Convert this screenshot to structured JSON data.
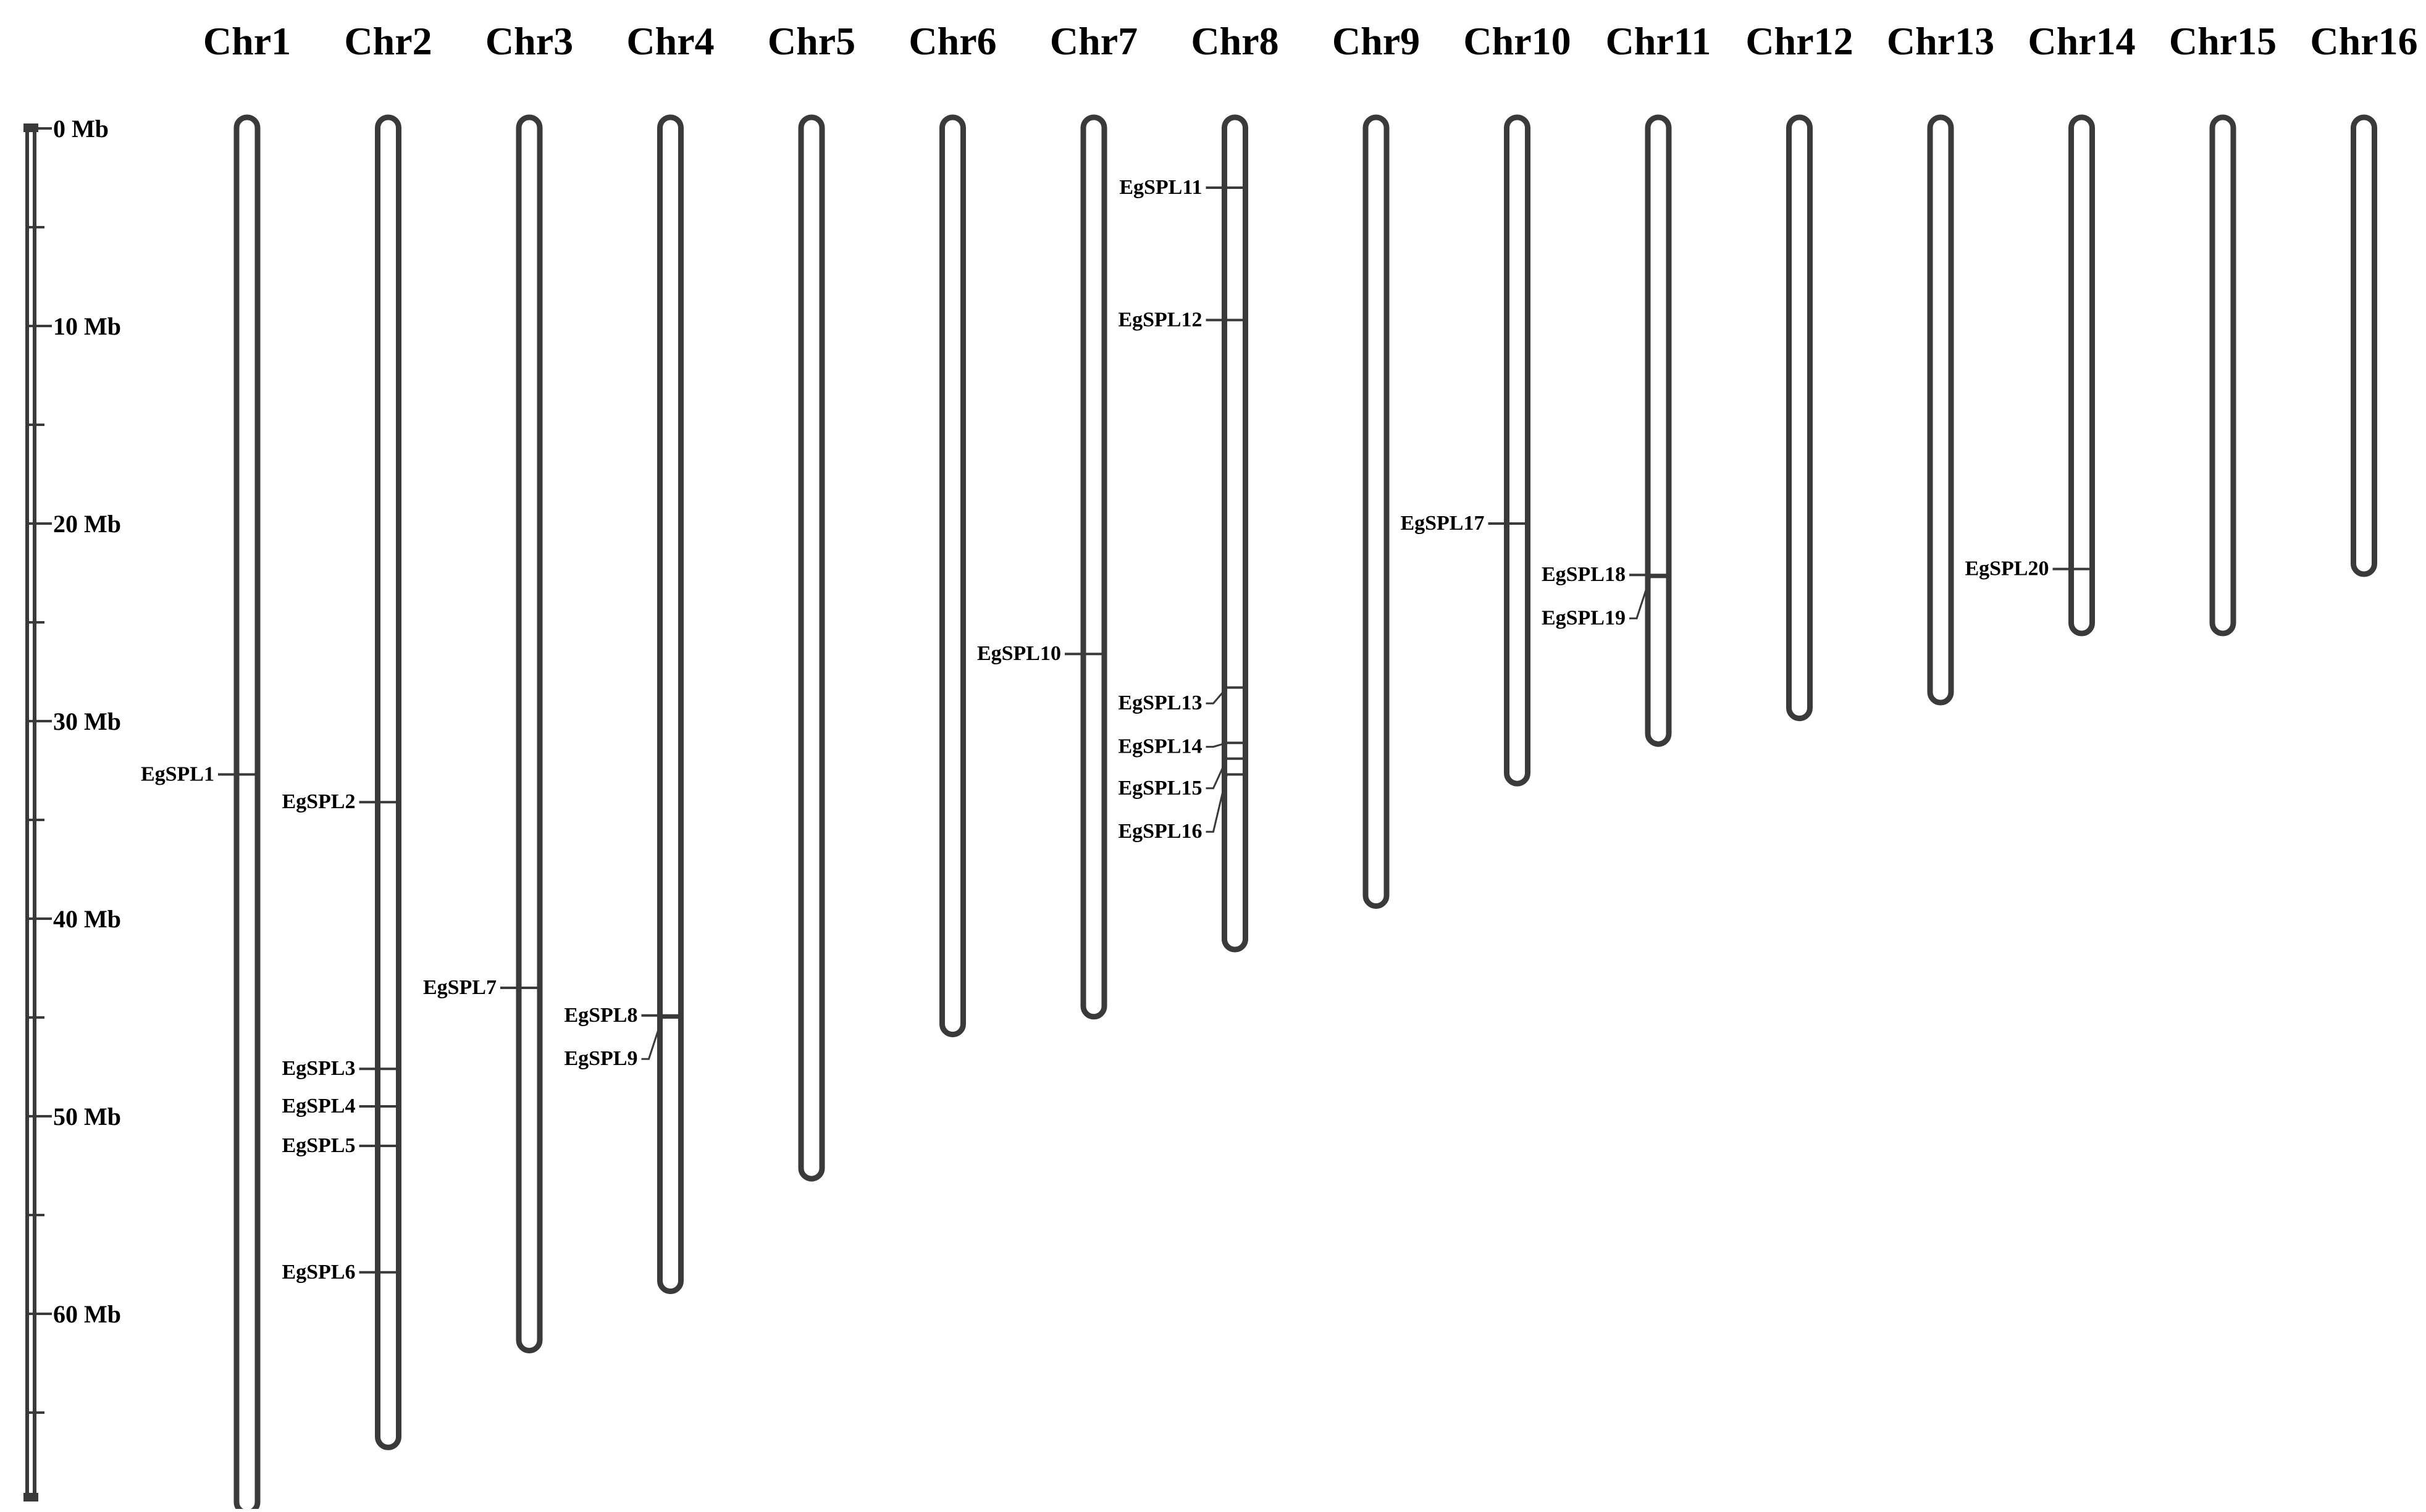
{
  "scale": {
    "unit": "Mb",
    "max": 69,
    "labels": [
      "0 Mb",
      "10 Mb",
      "20 Mb",
      "30 Mb",
      "40 Mb",
      "50 Mb",
      "60 Mb"
    ],
    "label_values": [
      0,
      10,
      20,
      30,
      40,
      50,
      60
    ],
    "minor_ticks": [
      5,
      15,
      25,
      35,
      45,
      55,
      65
    ]
  },
  "colors": {
    "line": "#3a3a3a",
    "text": "#000000",
    "background": "#ffffff"
  },
  "chromosomes": [
    {
      "name": "Chr1",
      "length_mb": 69.5
    },
    {
      "name": "Chr2",
      "length_mb": 66.2
    },
    {
      "name": "Chr3",
      "length_mb": 61.3
    },
    {
      "name": "Chr4",
      "length_mb": 58.3
    },
    {
      "name": "Chr5",
      "length_mb": 52.6
    },
    {
      "name": "Chr6",
      "length_mb": 45.3
    },
    {
      "name": "Chr7",
      "length_mb": 44.4
    },
    {
      "name": "Chr8",
      "length_mb": 41.0
    },
    {
      "name": "Chr9",
      "length_mb": 38.8
    },
    {
      "name": "Chr10",
      "length_mb": 32.6
    },
    {
      "name": "Chr11",
      "length_mb": 30.6
    },
    {
      "name": "Chr12",
      "length_mb": 29.3
    },
    {
      "name": "Chr13",
      "length_mb": 28.5
    },
    {
      "name": "Chr14",
      "length_mb": 25.0
    },
    {
      "name": "Chr15",
      "length_mb": 25.0
    },
    {
      "name": "Chr16",
      "length_mb": 22.0
    }
  ],
  "genes": [
    {
      "name": "EgSPL1",
      "chr": "Chr1",
      "position_mb": 32.7,
      "label_mb": 32.7
    },
    {
      "name": "EgSPL2",
      "chr": "Chr2",
      "position_mb": 34.1,
      "label_mb": 34.1
    },
    {
      "name": "EgSPL3",
      "chr": "Chr2",
      "position_mb": 47.6,
      "label_mb": 47.6
    },
    {
      "name": "EgSPL4",
      "chr": "Chr2",
      "position_mb": 49.5,
      "label_mb": 49.5
    },
    {
      "name": "EgSPL5",
      "chr": "Chr2",
      "position_mb": 51.5,
      "label_mb": 51.5
    },
    {
      "name": "EgSPL6",
      "chr": "Chr2",
      "position_mb": 57.9,
      "label_mb": 57.9
    },
    {
      "name": "EgSPL7",
      "chr": "Chr3",
      "position_mb": 43.5,
      "label_mb": 43.5
    },
    {
      "name": "EgSPL8",
      "chr": "Chr4",
      "position_mb": 44.9,
      "label_mb": 44.9
    },
    {
      "name": "EgSPL9",
      "chr": "Chr4",
      "position_mb": 45.0,
      "label_mb": 47.1
    },
    {
      "name": "EgSPL10",
      "chr": "Chr7",
      "position_mb": 26.6,
      "label_mb": 26.6
    },
    {
      "name": "EgSPL11",
      "chr": "Chr8",
      "position_mb": 3.0,
      "label_mb": 3.0
    },
    {
      "name": "EgSPL12",
      "chr": "Chr8",
      "position_mb": 9.7,
      "label_mb": 9.7
    },
    {
      "name": "EgSPL13",
      "chr": "Chr8",
      "position_mb": 28.3,
      "label_mb": 29.1
    },
    {
      "name": "EgSPL14",
      "chr": "Chr8",
      "position_mb": 31.1,
      "label_mb": 31.3
    },
    {
      "name": "EgSPL15",
      "chr": "Chr8",
      "position_mb": 31.9,
      "label_mb": 33.4
    },
    {
      "name": "EgSPL16",
      "chr": "Chr8",
      "position_mb": 32.7,
      "label_mb": 35.6
    },
    {
      "name": "EgSPL17",
      "chr": "Chr10",
      "position_mb": 20.0,
      "label_mb": 20.0
    },
    {
      "name": "EgSPL18",
      "chr": "Chr11",
      "position_mb": 22.6,
      "label_mb": 22.6
    },
    {
      "name": "EgSPL19",
      "chr": "Chr11",
      "position_mb": 22.7,
      "label_mb": 24.8
    },
    {
      "name": "EgSPL20",
      "chr": "Chr14",
      "position_mb": 22.3,
      "label_mb": 22.3
    }
  ]
}
